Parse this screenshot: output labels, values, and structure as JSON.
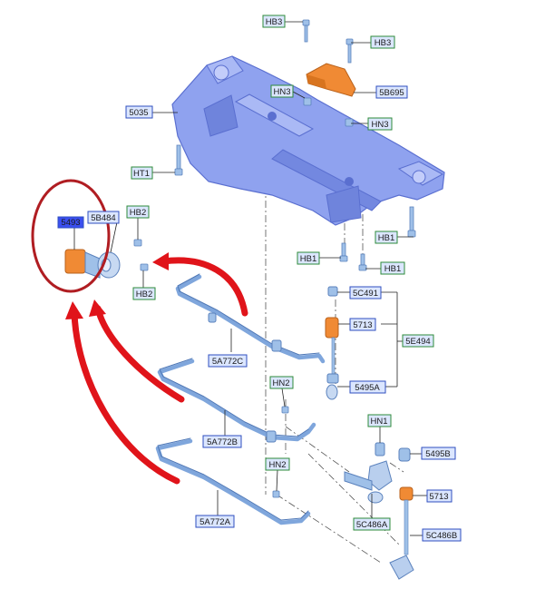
{
  "callouts": {
    "hb3_top": "HB3",
    "hb3_right": "HB3",
    "hn3_left": "HN3",
    "p5b695": "5B695",
    "hn3_right": "HN3",
    "p5035": "5035",
    "ht1": "HT1",
    "hb2_top": "HB2",
    "p5b484": "5B484",
    "p5493": "5493",
    "hb2_bottom": "HB2",
    "hb1_left": "HB1",
    "hb1_mid": "HB1",
    "hb1_right": "HB1",
    "p5c491": "5C491",
    "p5713_top": "5713",
    "p5e494": "5E494",
    "p5a772c": "5A772C",
    "p5495a": "5495A",
    "hn2_top": "HN2",
    "hn1": "HN1",
    "p5a772b": "5A772B",
    "p5495b": "5495B",
    "hn2_bottom": "HN2",
    "p5713_bottom": "5713",
    "p5c486a": "5C486A",
    "p5a772a": "5A772A",
    "p5c486b": "5C486B"
  },
  "colors": {
    "frame_fill": "#8fa2ef",
    "frame_stroke": "#5a6fd0",
    "bar_fill": "#7fa6dc",
    "bushing": "#f08a34",
    "bolt": "#9fc0e8",
    "label_fill": "#dbe6ff",
    "label_border": "#2f4fbf",
    "label_border_alt": "#2e8b3a",
    "arrow_red": "#e0141a",
    "highlight_circle": "#b01d22",
    "selected_label": "#3b4ff0"
  }
}
